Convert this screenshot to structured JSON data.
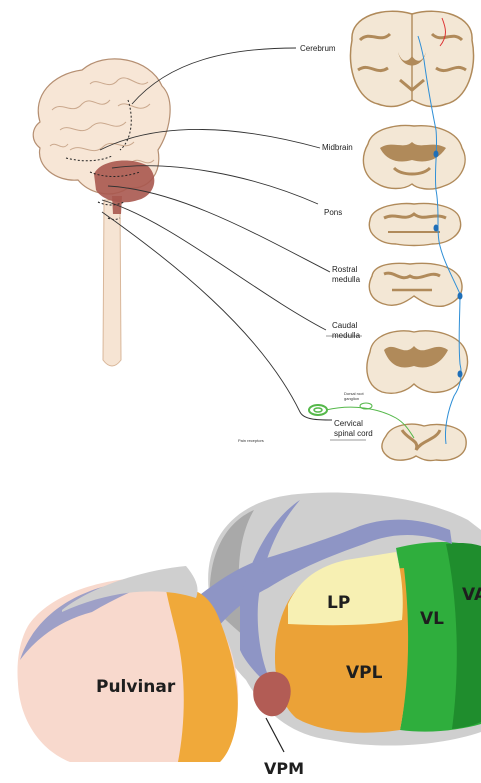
{
  "top_diagram": {
    "labels": {
      "cerebrum": "Cerebrum",
      "midbrain": "Midbrain",
      "pons": "Pons",
      "rostral_medulla": [
        "Rostral",
        "medulla"
      ],
      "caudal_medulla": [
        "Caudal",
        "medulla"
      ],
      "cervical_spinal_cord": [
        "Cervical",
        "spinal cord"
      ],
      "pain_receptors": "Pain receptors",
      "dorsal_root_ganglion": [
        "Dorsal root",
        "ganglion"
      ]
    },
    "colors": {
      "brain_tissue": "#f6e6d6",
      "white_matter": "#f3e7d5",
      "gray_matter": "#b08a5a",
      "brainstem_highlight": "#a9584f",
      "pathway": "#2f8fd6",
      "nucleus": "#1f6fb8",
      "receptor": "#55b84a",
      "leader_line": "#333333"
    }
  },
  "thalamus_diagram": {
    "labels": {
      "pulvinar": "Pulvinar",
      "lp": "LP",
      "vl": "VL",
      "va": "VA",
      "vpl": "VPL",
      "vpm": "VPM"
    },
    "colors": {
      "pulvinar": "#f8d9cd",
      "lateral_orange": "#f0a93a",
      "lp": "#f7f0b3",
      "vpl": "#eba237",
      "vl": "#2fae3d",
      "va": "#1f8d2d",
      "vpm": "#b25c55",
      "gray_cap": "#cfcfcf",
      "gray_dark": "#a9a9a9",
      "periwinkle_band": "#8e95c5"
    }
  }
}
